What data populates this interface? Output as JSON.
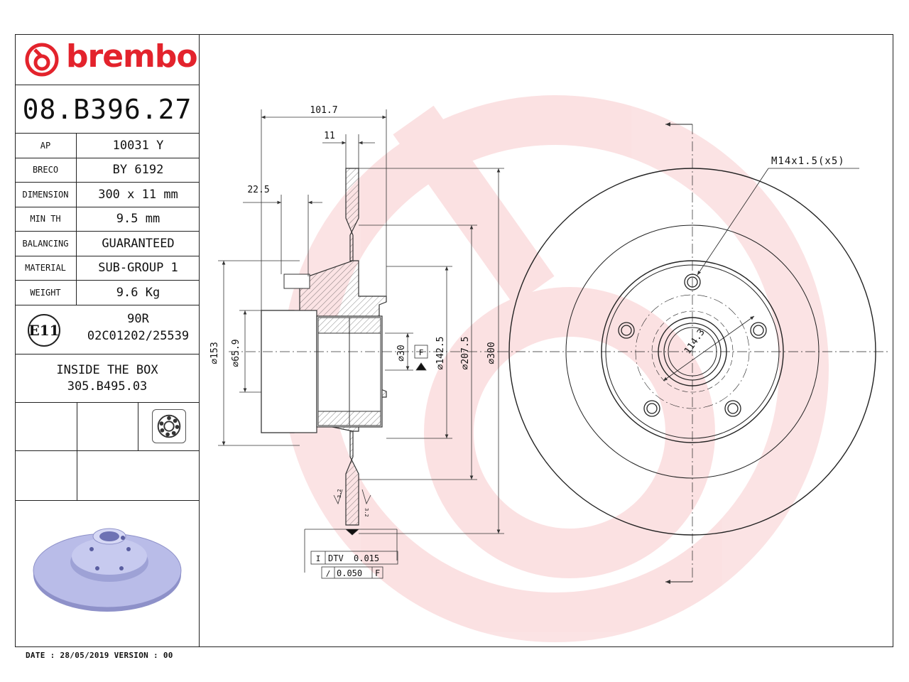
{
  "brand": {
    "name": "brembo",
    "color": "#e3232c"
  },
  "part_number": "08.B396.27",
  "specs": [
    {
      "label": "AP",
      "value": "10031 Y"
    },
    {
      "label": "BRECO",
      "value": "BY 6192"
    },
    {
      "label": "DIMENSION",
      "value": "300 x 11 mm"
    },
    {
      "label": "MIN TH",
      "value": "9.5 mm"
    },
    {
      "label": "BALANCING",
      "value": "GUARANTEED"
    },
    {
      "label": "MATERIAL",
      "value": "SUB-GROUP 1"
    },
    {
      "label": "WEIGHT",
      "value": "9.6 Kg"
    }
  ],
  "certification": {
    "badge": "E11",
    "line1": "90R",
    "line2": "02C01202/25539"
  },
  "inside_box": {
    "line1": "INSIDE THE BOX",
    "line2": "305.B495.03",
    "icon": "bearing-kit-icon"
  },
  "footer": "DATE : 28/05/2019 VERSION : 00",
  "dimensions": {
    "overall_width": "101.7",
    "thickness": "11",
    "offset": "22.5",
    "hub_dia": "153",
    "bore_dia": "65.9",
    "bearing_dia": "30",
    "datum": "F",
    "pcd_inner": "142.5",
    "pcd_outer": "207.5",
    "disc_dia": "300",
    "bolt_spec": "M14x1.5(x5)",
    "pcd": "114.3",
    "surface_left": "3.2",
    "surface_right": "3.2",
    "dtv_label": "DTV",
    "dtv_value": "0.015",
    "runout_value": "0.050",
    "runout_datum": "F"
  }
}
